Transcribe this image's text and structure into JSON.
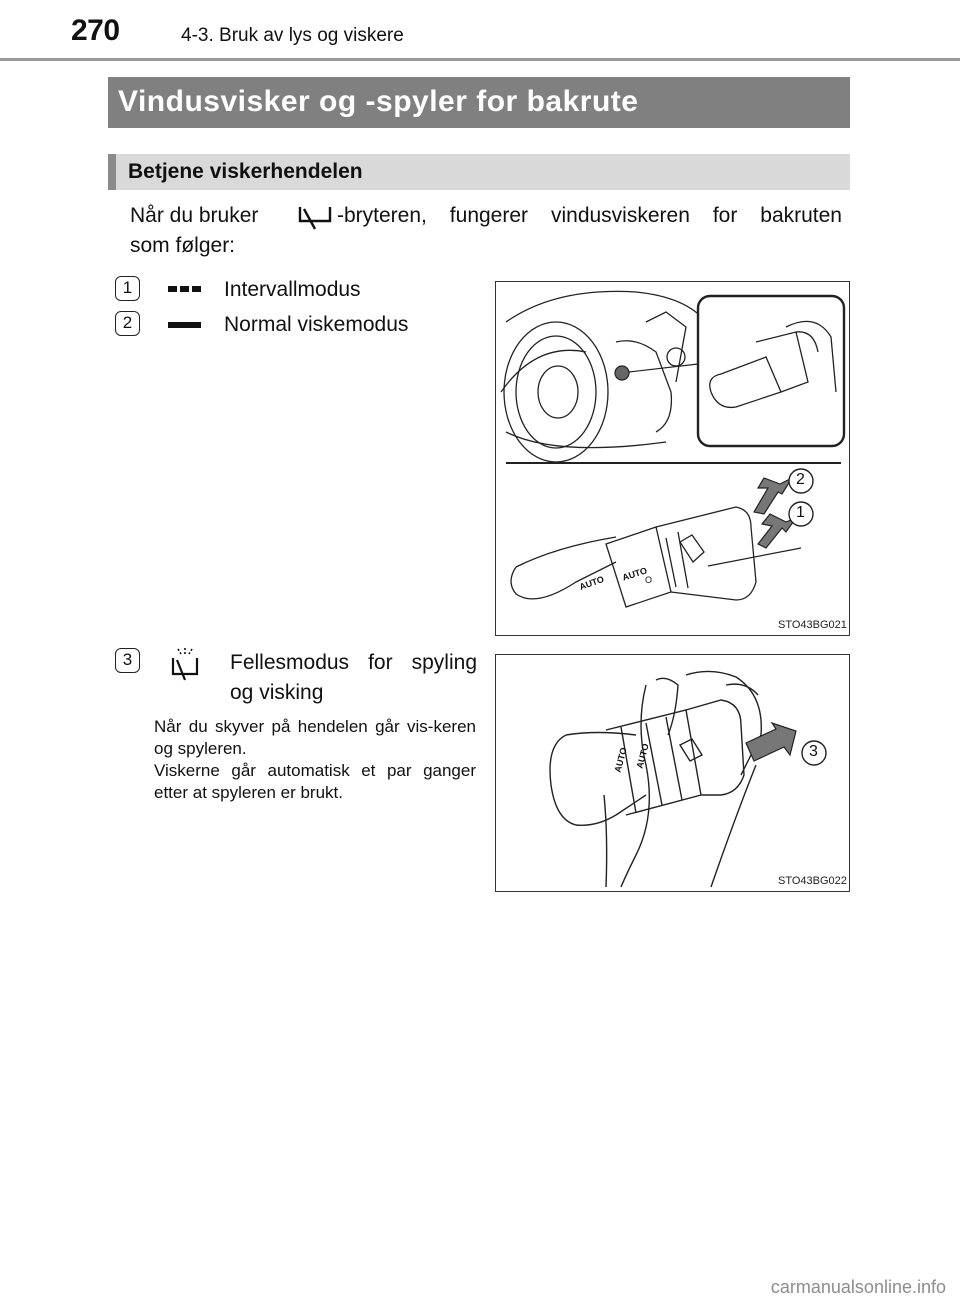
{
  "header": {
    "page_number": "270",
    "running_head": "4-3. Bruk av lys og viskere"
  },
  "section": {
    "title": "Vindusvisker og -spyler for bakrute",
    "subtitle": "Betjene viskerhendelen"
  },
  "intro": {
    "part1": "Når du bruker",
    "part2": "-bryteren, fungerer vindusviskeren for bakruten",
    "part3": "som følger:",
    "switch_icon": "rear-wiper-switch-icon"
  },
  "items": [
    {
      "number": "1",
      "icon": "intermittent-mode-icon",
      "label": "Intervallmodus"
    },
    {
      "number": "2",
      "icon": "normal-mode-icon",
      "label": "Normal viskemodus"
    },
    {
      "number": "3",
      "icon": "washer-mode-icon",
      "label_line1": "Fellesmodus for spyling",
      "label_line2": "og visking"
    }
  ],
  "description": {
    "para1": "Når du skyver på hendelen går vis-keren og spyleren.",
    "para2": "Viskerne går automatisk et par ganger etter at spyleren er brukt."
  },
  "figures": [
    {
      "code": "STO43BG021",
      "callouts": [
        "2",
        "1"
      ],
      "lever_labels": [
        "AUTO",
        "AUTO",
        "O"
      ]
    },
    {
      "code": "STO43BG022",
      "callouts": [
        "3"
      ],
      "lever_labels": [
        "AUTO",
        "AUTO"
      ]
    }
  ],
  "watermark": "carmanualsonline.info"
}
